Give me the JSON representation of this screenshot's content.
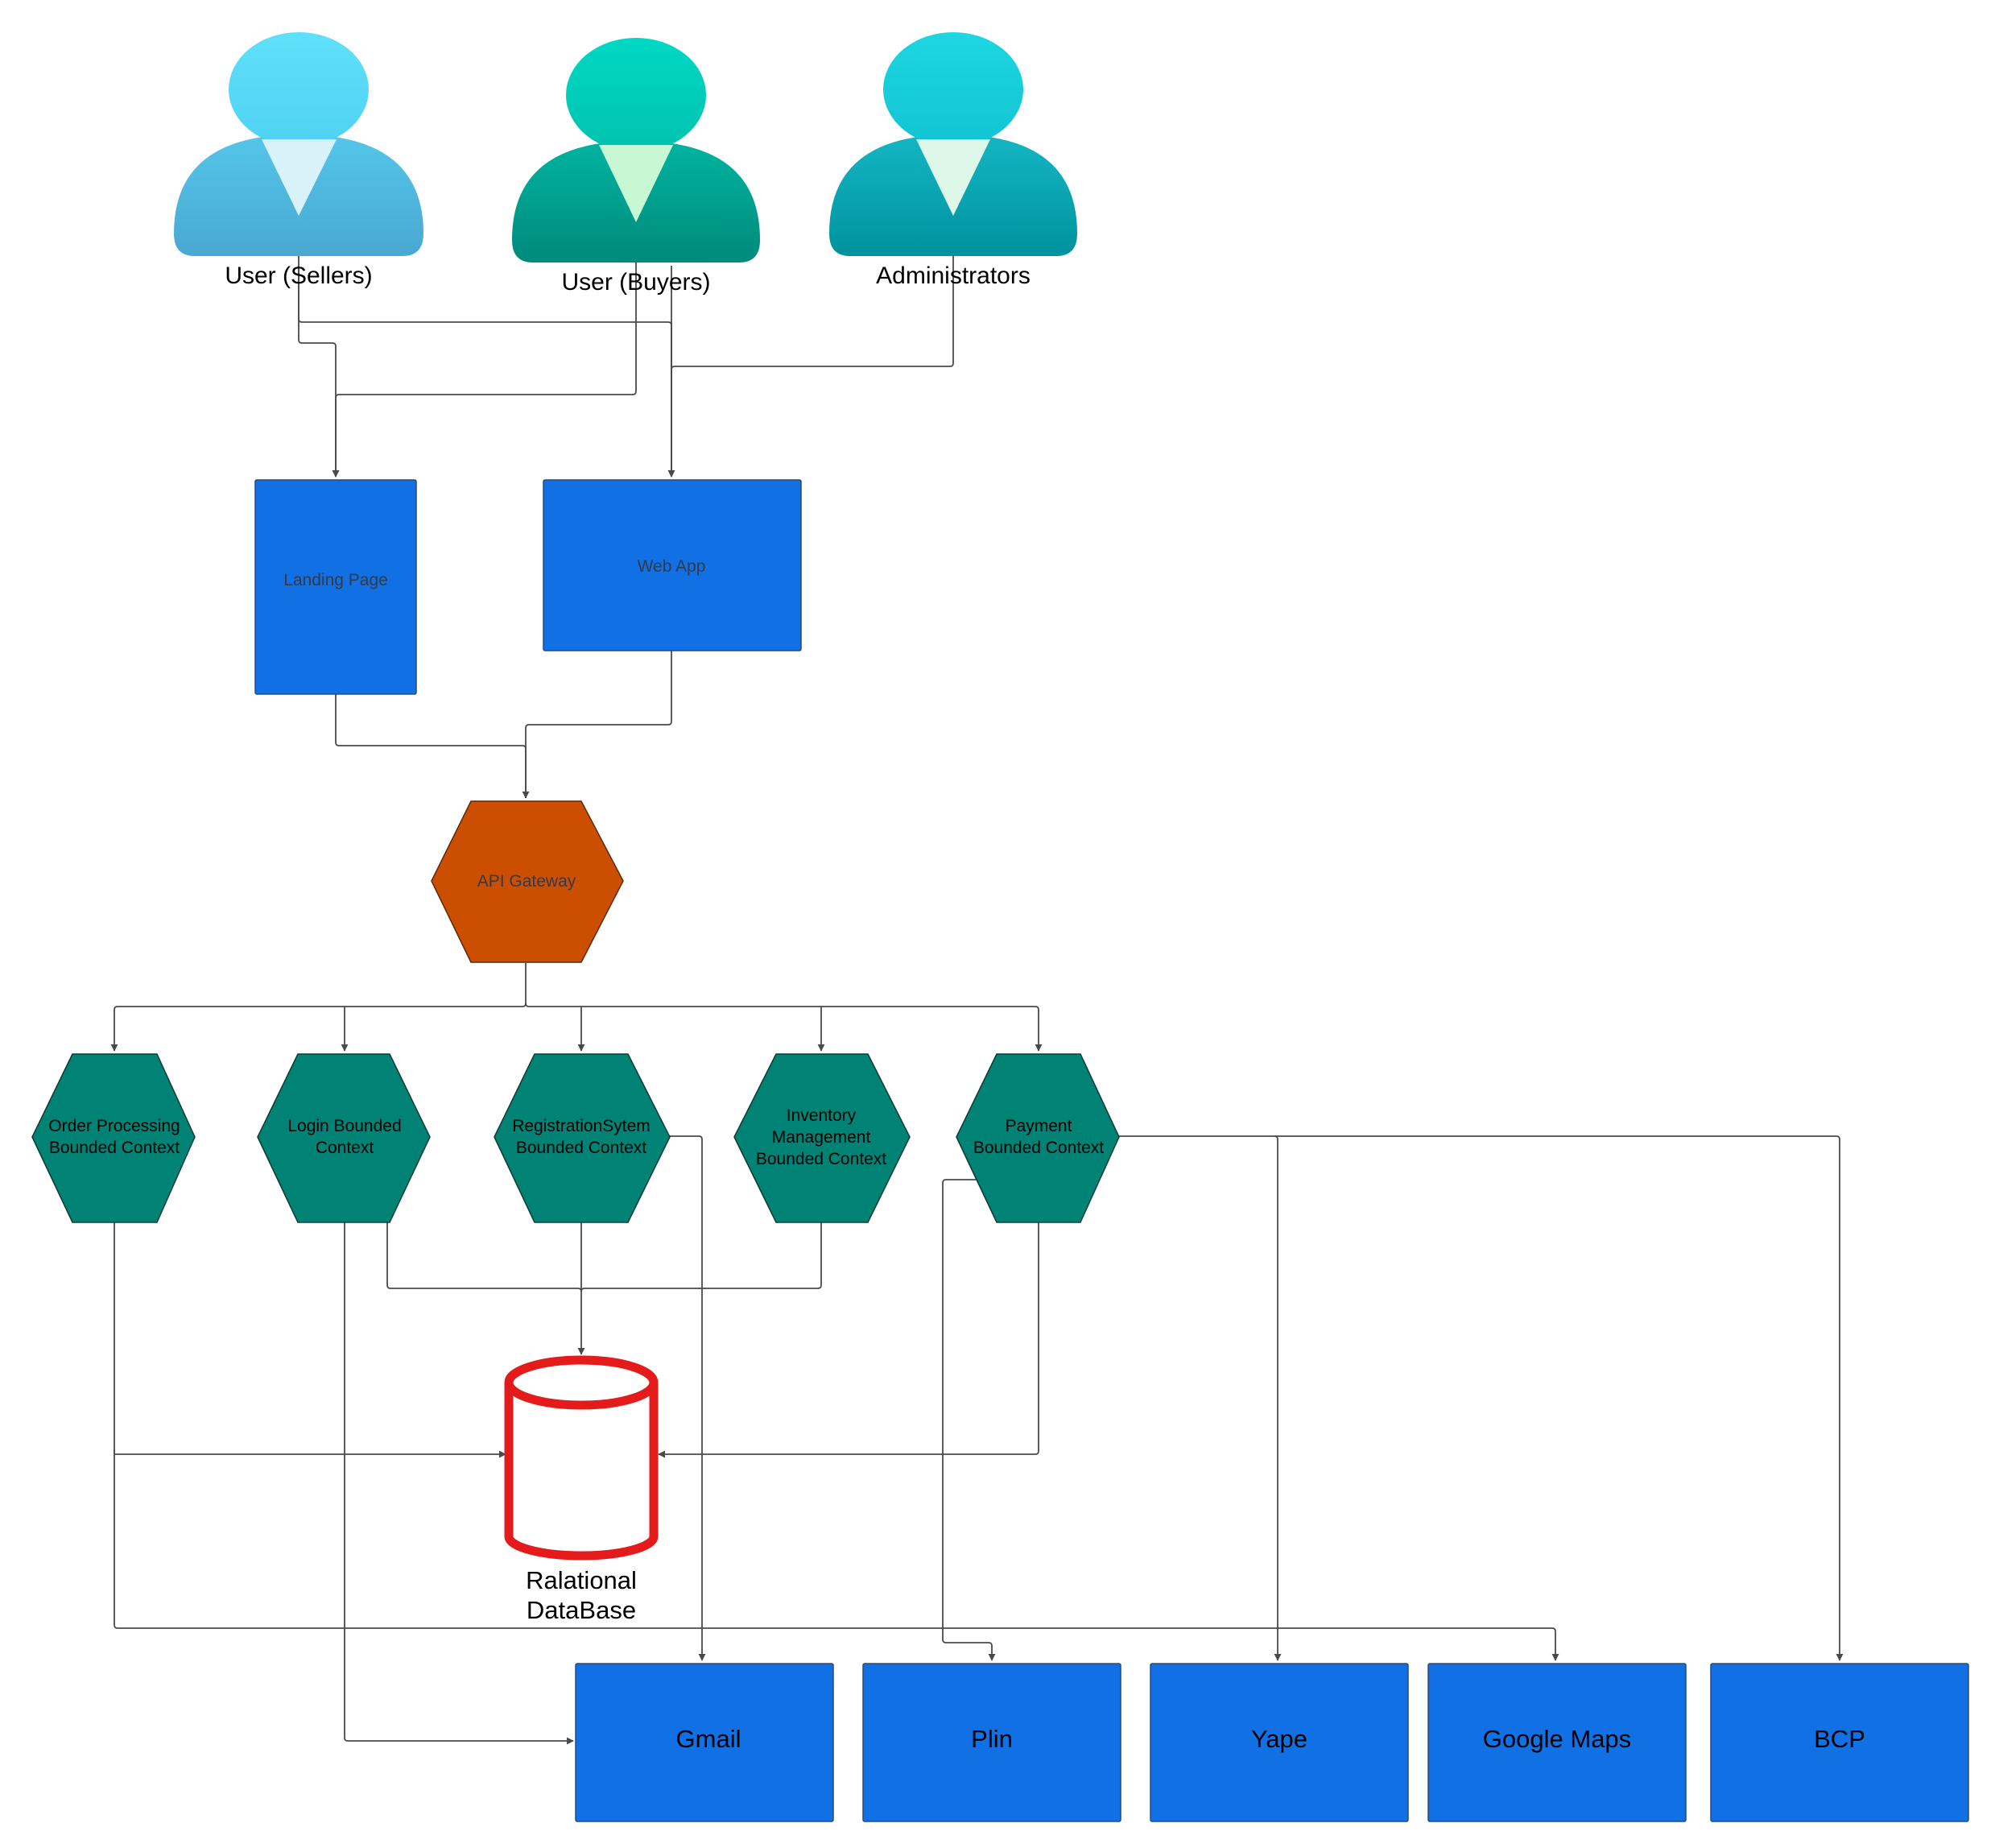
{
  "actors": [
    {
      "id": "sellers",
      "label": "User (Sellers)"
    },
    {
      "id": "buyers",
      "label": "User (Buyers)"
    },
    {
      "id": "admins",
      "label": "Administrators"
    }
  ],
  "frontends": [
    {
      "id": "landing",
      "label": "Landing Page"
    },
    {
      "id": "webapp",
      "label": "Web App"
    }
  ],
  "gateway": {
    "label": "API Gateway"
  },
  "contexts": [
    {
      "id": "order",
      "lines": [
        "Order Processing",
        "Bounded Context"
      ]
    },
    {
      "id": "login",
      "lines": [
        "Login Bounded",
        "Context"
      ]
    },
    {
      "id": "registration",
      "lines": [
        "RegistrationSytem",
        "Bounded Context"
      ]
    },
    {
      "id": "inventory",
      "lines": [
        "Inventory",
        "Management",
        "Bounded Context"
      ]
    },
    {
      "id": "payment",
      "lines": [
        "Payment",
        "Bounded Context"
      ]
    }
  ],
  "database": {
    "lines": [
      "Ralational",
      "DataBase"
    ]
  },
  "external": [
    {
      "id": "gmail",
      "label": "Gmail"
    },
    {
      "id": "plin",
      "label": "Plin"
    },
    {
      "id": "yape",
      "label": "Yape"
    },
    {
      "id": "gmaps",
      "label": "Google Maps"
    },
    {
      "id": "bcp",
      "label": "BCP"
    }
  ],
  "colors": {
    "box_blue": "#1170e4",
    "hex_green": "#008374",
    "gateway_orange": "#cc4e00",
    "db_red": "#e31b1b",
    "connector": "#4a4a4a"
  }
}
